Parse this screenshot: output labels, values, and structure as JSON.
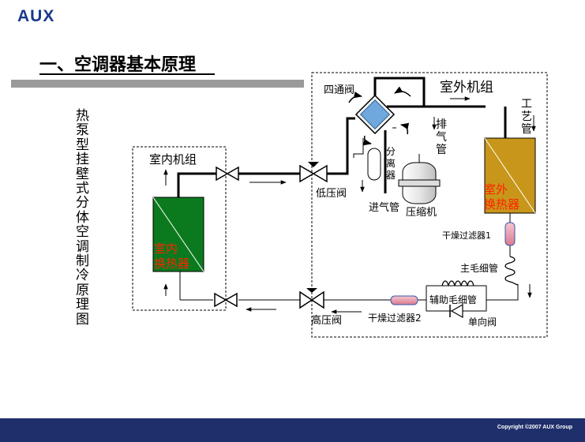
{
  "brand": {
    "logo": "AUX"
  },
  "slide": {
    "title": "一、空调器基本原理",
    "vertical_title": "热泵型挂壁式分体空调制冷原理图"
  },
  "footer": {
    "copyright": "Copyright ©2007  AUX Group"
  },
  "diagram": {
    "labels": {
      "outdoor_unit": "室外机组",
      "indoor_unit": "室内机组",
      "four_way_valve": "四通阀",
      "process_tube": "工艺管",
      "discharge_pipe": "排气管",
      "separator": "分离器",
      "low_pressure_valve": "低压阀",
      "suction_pipe": "进气管",
      "compressor": "压缩机",
      "outdoor_hx_line1": "室外",
      "outdoor_hx_line2": "换热器",
      "indoor_hx_line1": "室内",
      "indoor_hx_line2": "换热器",
      "dry_filter_1": "干燥过滤器1",
      "main_capillary": "主毛细管",
      "aux_capillary": "辅助毛细管",
      "check_valve": "单向阀",
      "dry_filter_2": "干燥过滤器2",
      "high_pressure_valve": "高压阀"
    },
    "colors": {
      "indoor_hx": "#0b7a1e",
      "outdoor_hx": "#c8961a",
      "hx_label": "#ff2200",
      "four_way": "#6fa8dc",
      "filter": "#e8a0b0"
    }
  }
}
